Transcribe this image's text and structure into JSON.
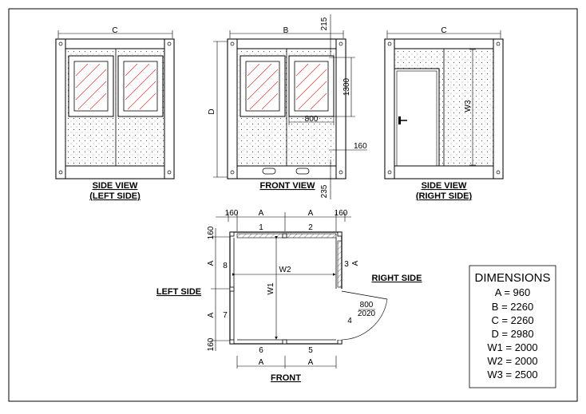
{
  "views": {
    "side_left": {
      "title": "SIDE VIEW",
      "subtitle": "(LEFT SIDE)",
      "dim_top": "C"
    },
    "front": {
      "title": "FRONT VIEW",
      "dim_top": "B",
      "dim_height": "D",
      "dim_215": "215",
      "dim_1300": "1300",
      "dim_800": "800",
      "dim_160": "160",
      "dim_235": "235"
    },
    "side_right": {
      "title": "SIDE VIEW",
      "subtitle": "(RIGHT SIDE)",
      "dim_top": "C",
      "dim_w3": "W3"
    }
  },
  "plan": {
    "title_front": "FRONT",
    "label_left": "LEFT SIDE",
    "label_right": "RIGHT SIDE",
    "top_dims": [
      "160",
      "A",
      "A",
      "160"
    ],
    "left_dims": [
      "160",
      "A",
      "A",
      "160"
    ],
    "bottom_dims": [
      "A",
      "A"
    ],
    "right_dim": "A",
    "w1": "W1",
    "w2": "W2",
    "panels": [
      "1",
      "2",
      "3",
      "4",
      "5",
      "6",
      "7",
      "8"
    ],
    "door_size_top": "800",
    "door_size_bottom": "2020"
  },
  "dimensions": {
    "heading": "DIMENSIONS",
    "rows": [
      "A = 960",
      "B = 2260",
      "C = 2260",
      "D = 2980",
      "W1 = 2000",
      "W2 = 2000",
      "W3 = 2500"
    ]
  }
}
